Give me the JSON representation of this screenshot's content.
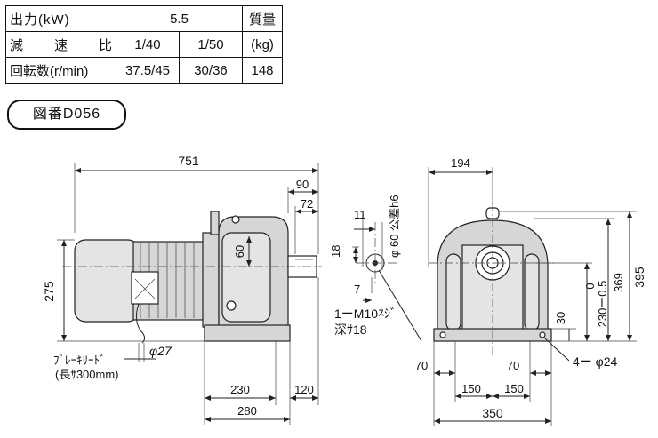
{
  "spec_table": {
    "row1_label": "出力(kW)",
    "output_value": "5.5",
    "mass_header_1": "質量",
    "mass_header_2": "(kg)",
    "row2_label": "減 速 比",
    "ratio_1": "1/40",
    "ratio_2": "1/50",
    "row3_label": "回転数(r/min)",
    "speed_1": "37.5/45",
    "speed_2": "30/36",
    "mass_value": "148"
  },
  "figure_label": "図番D056",
  "dimensions": {
    "overall_length": "751",
    "shaft_90": "90",
    "shaft_72": "72",
    "height_275": "275",
    "sixty_side": "60",
    "phi27": "φ27",
    "brake_lead_1": "ﾌﾞﾚｰｷﾘｰﾄﾞ",
    "brake_lead_2": "(長ｻ300mm)",
    "base_230": "230",
    "base_120": "120",
    "base_280": "280",
    "dim_11": "11",
    "shaft_phi60": "φ 60 公差h6",
    "dim_18": "18",
    "dim_7": "7",
    "tap_1": "1ーM10ﾈｼﾞ",
    "tap_2": "深ｻ18",
    "width_194": "194",
    "height_395": "395",
    "height_369": "369",
    "tol_0": "0",
    "tol_230": "230ー0.5",
    "foot_30": "30",
    "foot_70_left": "70",
    "foot_70_right": "70",
    "foot_150_left": "150",
    "foot_150_right": "150",
    "width_350": "350",
    "holes": "4ー φ24"
  }
}
